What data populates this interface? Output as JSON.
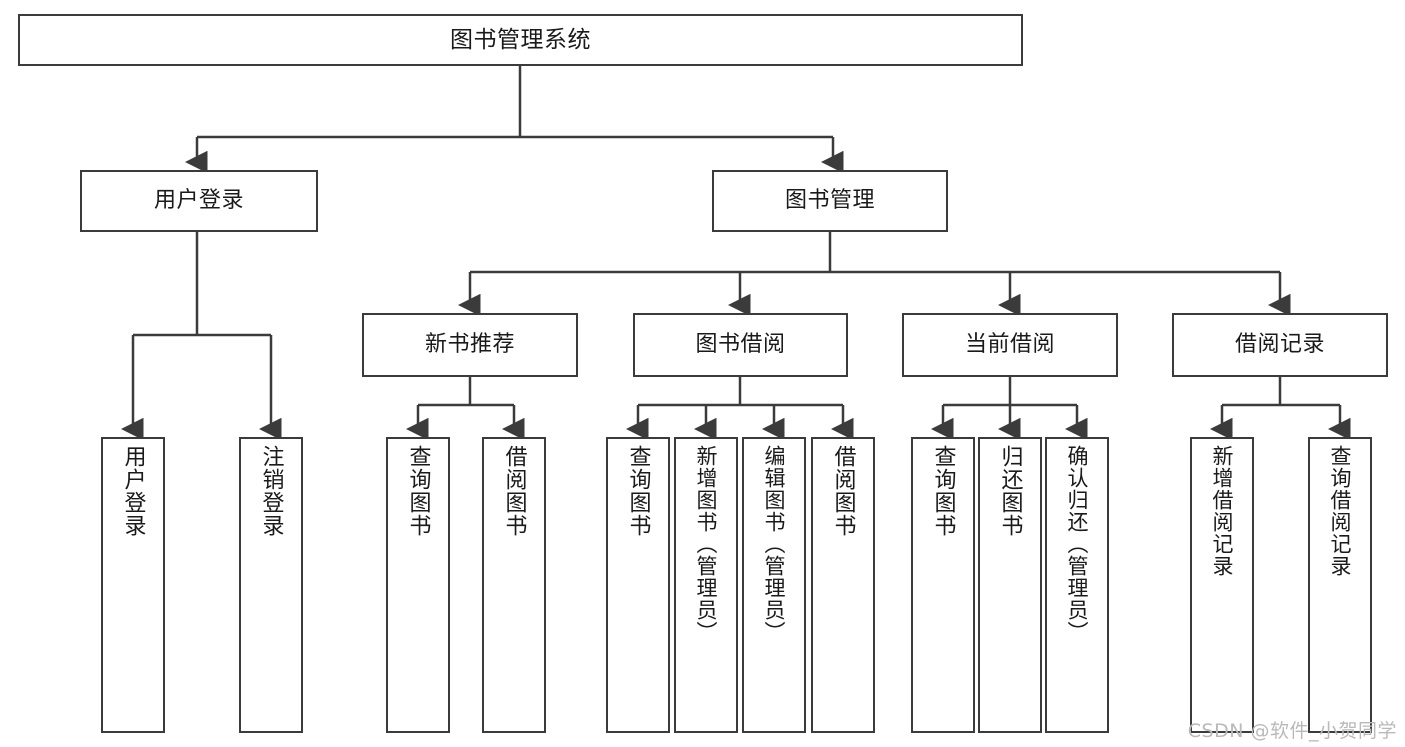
{
  "diagram": {
    "type": "tree",
    "title": "图书管理系统",
    "orientation": "top-down",
    "line_color": "#3b3b3b",
    "box_fill": "#ffffff",
    "text_color": "#1a1a1a"
  },
  "nodes": {
    "root": {
      "label": "图书管理系统"
    },
    "level2": [
      {
        "label": "用户登录"
      },
      {
        "label": "图书管理"
      }
    ],
    "level3": [
      {
        "label": "新书推荐"
      },
      {
        "label": "图书借阅"
      },
      {
        "label": "当前借阅"
      },
      {
        "label": "借阅记录"
      }
    ],
    "leaves": {
      "user_login": [
        {
          "label": "用户登录"
        },
        {
          "label": "注销登录"
        }
      ],
      "new_book_recommend": [
        {
          "label": "查询图书"
        },
        {
          "label": "借阅图书"
        }
      ],
      "book_borrow": [
        {
          "label": "查询图书"
        },
        {
          "label": "新增图书（管理员）"
        },
        {
          "label": "编辑图书（管理员）"
        },
        {
          "label": "借阅图书"
        }
      ],
      "current_borrow": [
        {
          "label": "查询图书"
        },
        {
          "label": "归还图书"
        },
        {
          "label": "确认归还（管理员）"
        }
      ],
      "borrow_record": [
        {
          "label": "新增借阅记录"
        },
        {
          "label": "查询借阅记录"
        }
      ]
    }
  },
  "watermark": {
    "text": "CSDN @软件_小贺同学"
  }
}
